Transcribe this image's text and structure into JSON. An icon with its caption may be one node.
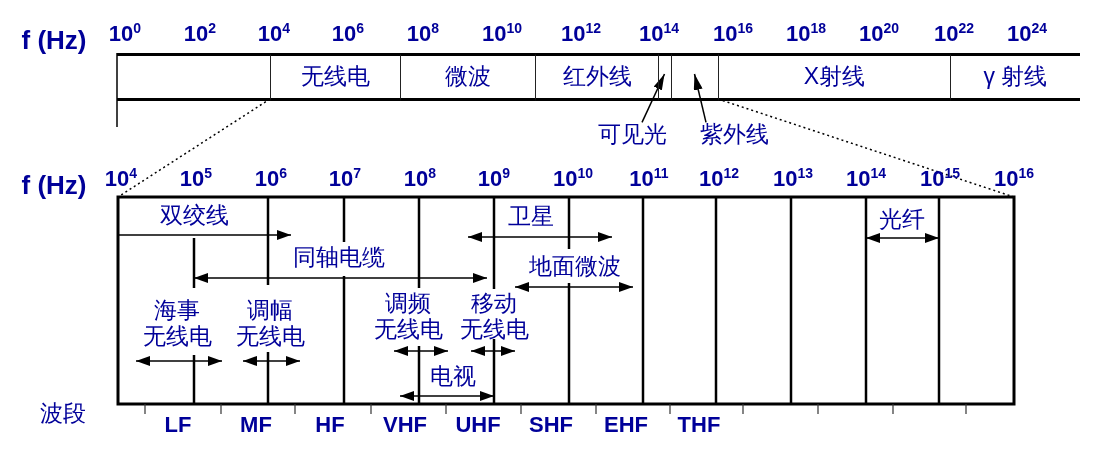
{
  "diagram": {
    "nodes": [
      {
        "text": [],
        "shape": "box"
      },
      {
        "text": [
          "无线电"
        ]
      },
      {
        "text": [
          "微波"
        ]
      },
      {
        "text": [
          "红外线"
        ]
      },
      {
        "text": [],
        "shape": "box"
      },
      {
        "text": [],
        "shape": "box"
      },
      {
        "text": [
          "X射线"
        ]
      },
      {
        "text": [
          "γ 射线"
        ]
      },
      {
        "text": [
          "可见光"
        ]
      },
      {
        "text": [
          "紫外线"
        ]
      }
    ],
    "edges": [
      {
        "from": 8,
        "to": 4,
        "arrow": "to"
      },
      {
        "from": 9,
        "to": 5,
        "arrow": "to"
      }
    ],
    "labels": [
      "f (Hz)",
      "10$^{0}$",
      "10$^{2}$",
      "10$^{4}$",
      "10$^{6}$",
      "10$^{8}$",
      "10$^{10}$",
      "10$^{12}$",
      "10$^{14}$",
      "10$^{16}$",
      "10$^{18}$",
      "10$^{20}$",
      "10$^{22}$",
      "10$^{24}$",
      "f (Hz)",
      "10$^{4}$",
      "10$^{5}$",
      "10$^{6}$",
      "10$^{7}$",
      "10$^{8}$",
      "10$^{9}$",
      "10$^{10}$",
      "10$^{11}$",
      "10$^{12}$",
      "10$^{13}$",
      "10$^{14}$",
      "10$^{15}$",
      "10$^{16}$",
      "双绞线",
      "卫星",
      "光纤",
      "同轴电缆",
      "地面微波",
      "海事无线电",
      "调幅无线电",
      "调频无线电",
      "移动无线电",
      "电视",
      "波段",
      "LF",
      "MF",
      "HF",
      "VHF",
      "UHF",
      "SHF",
      "EHF",
      "THF"
    ]
  }
}
